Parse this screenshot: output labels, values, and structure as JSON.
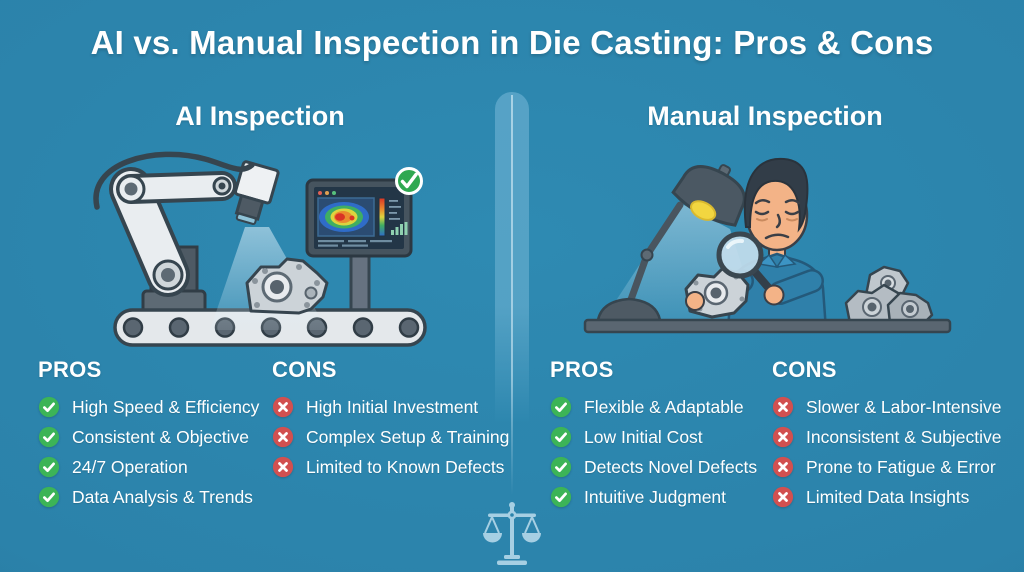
{
  "title": "AI vs. Manual Inspection in Die Casting: Pros & Cons",
  "sections": {
    "ai": {
      "heading": "AI Inspection",
      "illustration": "robot-arm-camera-inspecting-part-on-conveyor-with-heatmap-monitor",
      "pros": {
        "title": "PROS",
        "items": [
          "High Speed & Efficiency",
          "Consistent & Objective",
          "24/7 Operation",
          "Data Analysis & Trends"
        ]
      },
      "cons": {
        "title": "CONS",
        "items": [
          "High Initial Investment",
          "Complex Setup & Training",
          "Limited to Known Defects"
        ]
      }
    },
    "manual": {
      "heading": "Manual Inspection",
      "illustration": "tired-inspector-with-magnifying-glass-under-desk-lamp-examining-cast-parts",
      "pros": {
        "title": "PROS",
        "items": [
          "Flexible & Adaptable",
          "Low Initial Cost",
          "Detects Novel Defects",
          "Intuitive Judgment"
        ]
      },
      "cons": {
        "title": "CONS",
        "items": [
          "Slower & Labor-Intensive",
          "Inconsistent & Subjective",
          "Prone to Fatigue & Error",
          "Limited Data Insights"
        ]
      }
    }
  },
  "icons": {
    "pro": "check-circle-icon",
    "con": "x-circle-icon",
    "divider": "balance-scale-icon",
    "monitor_badge": "check-badge-icon"
  },
  "colors": {
    "background": "#2b83ab",
    "pro_green": "#3cb457",
    "con_red": "#d25050",
    "text": "#ffffff",
    "divider": "#58a4c7",
    "scale_icon": "#a6cfe3"
  }
}
